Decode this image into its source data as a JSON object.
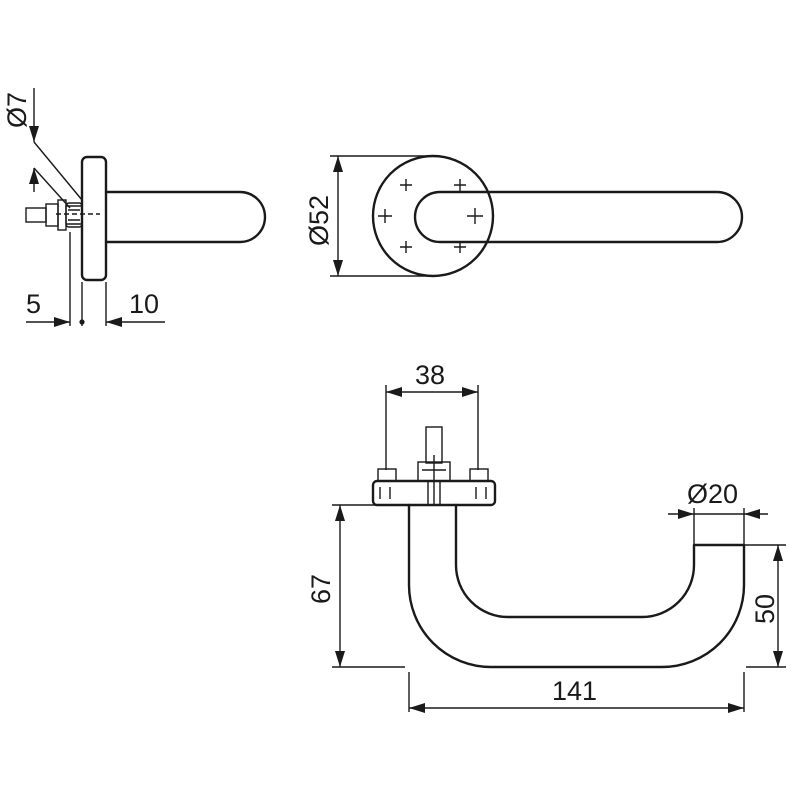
{
  "dimensions": {
    "pin_diameter": "Ø7",
    "rose_diameter": "Ø52",
    "rose_offset": "5",
    "rose_thickness": "10",
    "rose_width": "38",
    "grip_diameter": "Ø20",
    "height": "67",
    "projection": "141",
    "depth": "50"
  },
  "colors": {
    "line": "#1a1a1a",
    "background": "#ffffff"
  }
}
